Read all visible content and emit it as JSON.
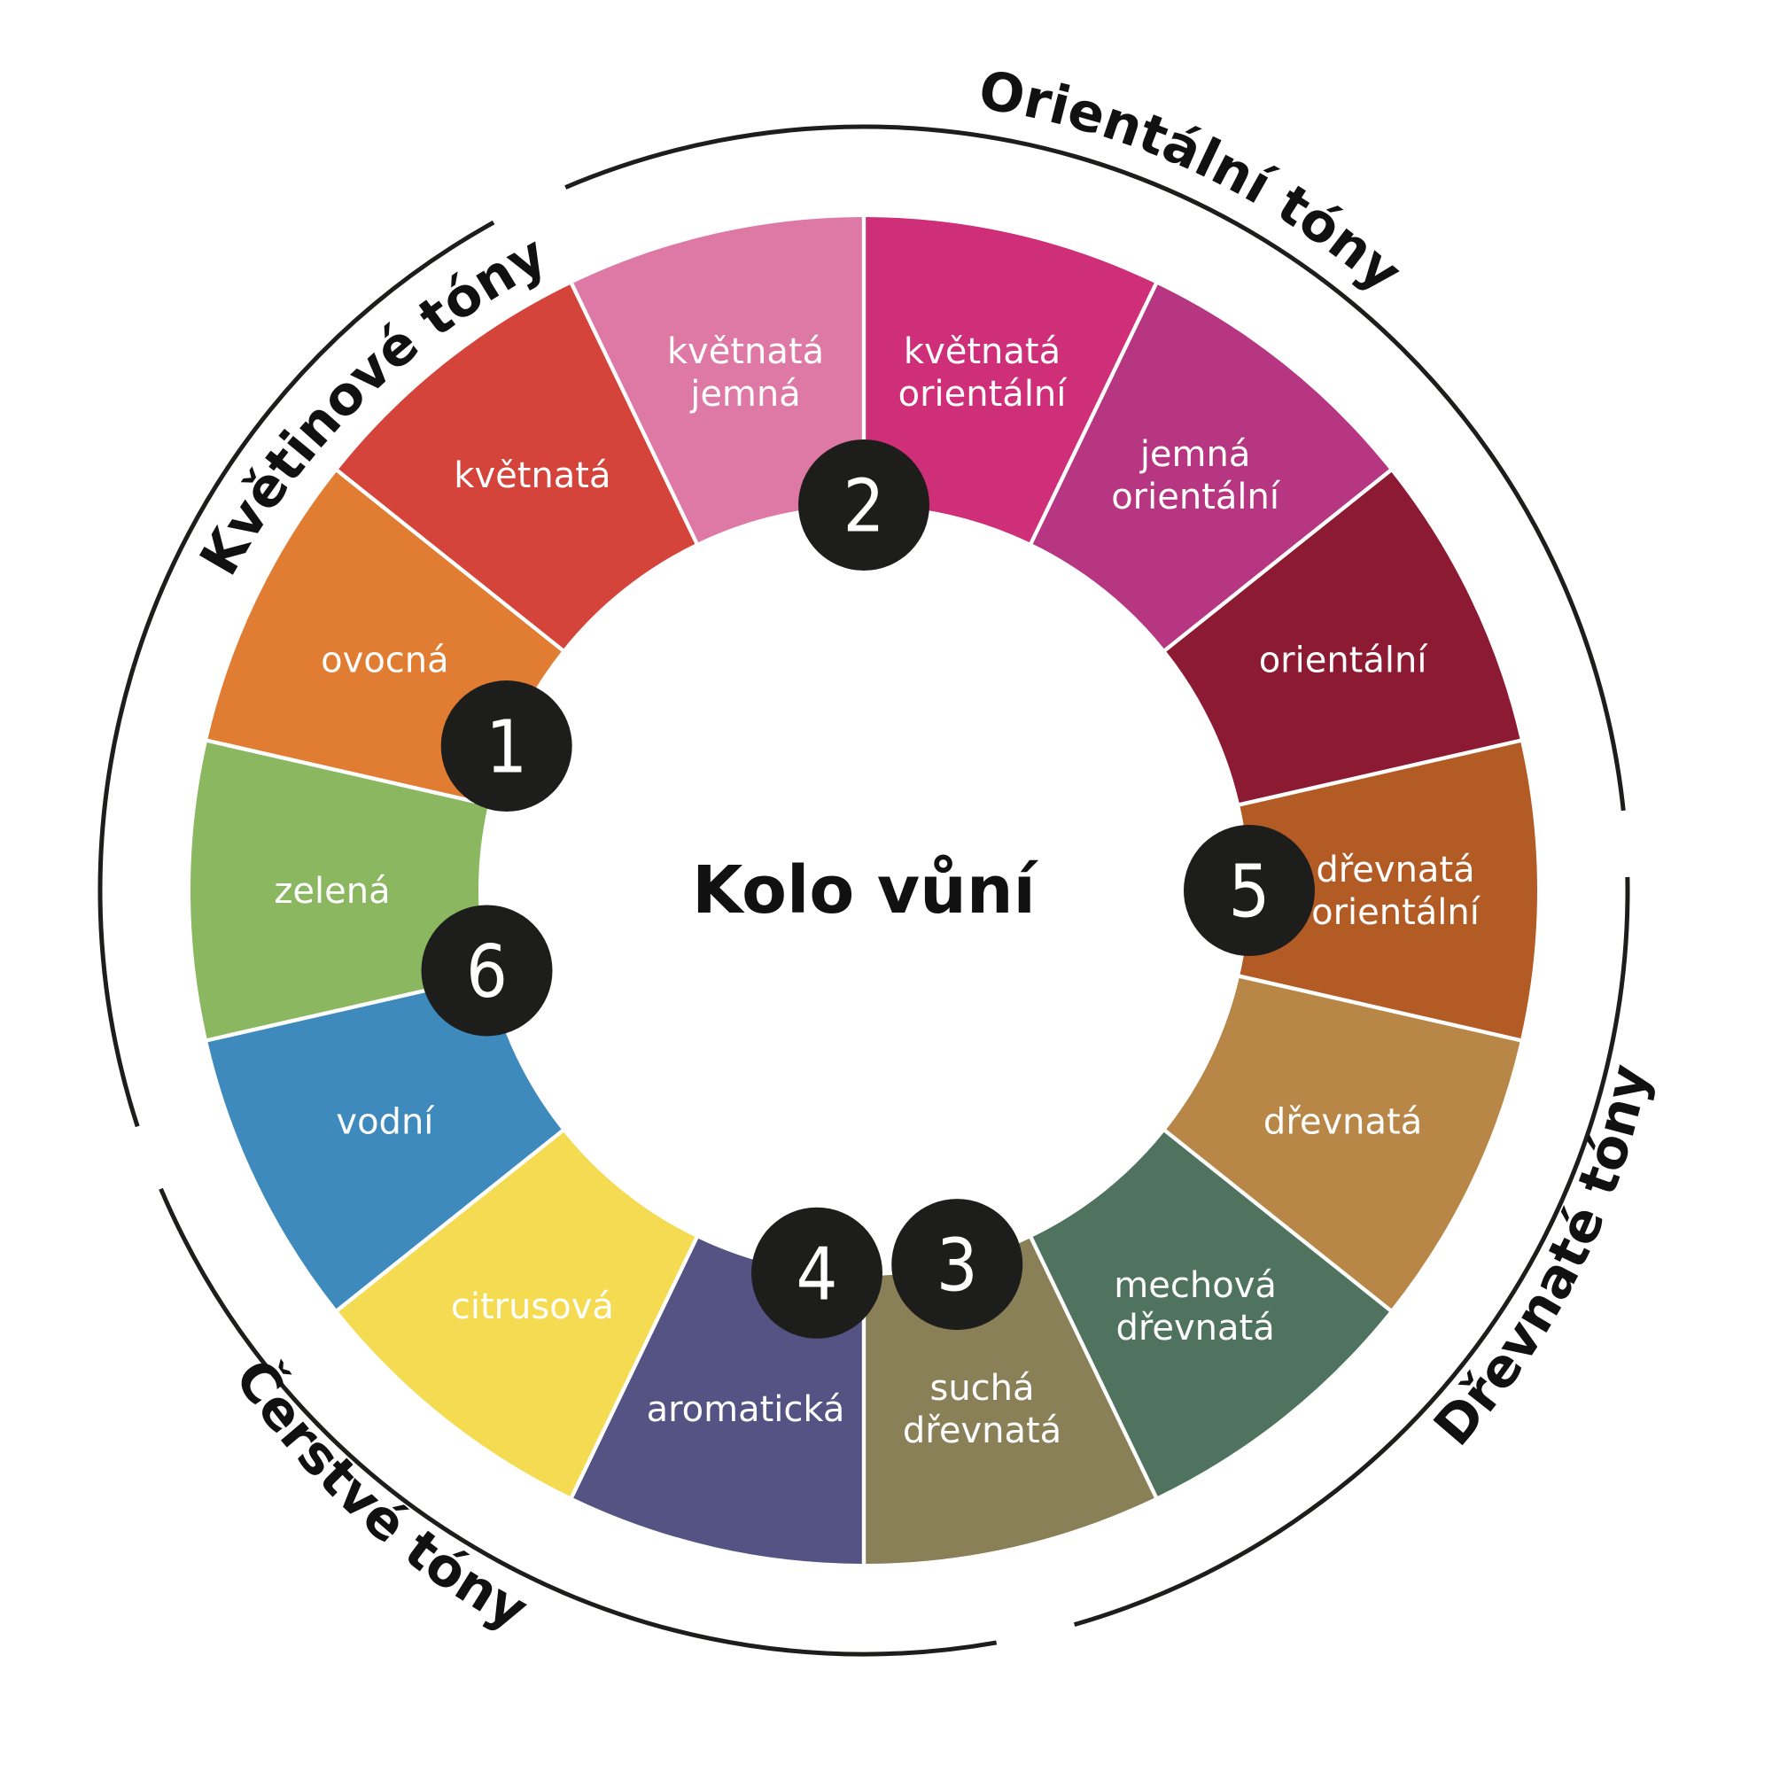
{
  "title": "Kolo vůní",
  "groups": [
    {
      "label": "Květinové tóny"
    },
    {
      "label": "Orientální tóny"
    },
    {
      "label": "Dřevnaté tóny"
    },
    {
      "label": "Čerstvé tóny"
    }
  ],
  "segments": [
    {
      "lines": [
        "květnatá",
        "orientální"
      ],
      "color": "#CF2E78"
    },
    {
      "lines": [
        "jemná",
        "orientální"
      ],
      "color": "#B63682"
    },
    {
      "lines": [
        "orientální"
      ],
      "color": "#8C1A32"
    },
    {
      "lines": [
        "dřevnatá",
        "orientální"
      ],
      "color": "#B35B25"
    },
    {
      "lines": [
        "dřevnatá"
      ],
      "color": "#B88748"
    },
    {
      "lines": [
        "mechová",
        "dřevnatá"
      ],
      "color": "#4F735E"
    },
    {
      "lines": [
        "suchá",
        "dřevnatá"
      ],
      "color": "#8A8058"
    },
    {
      "lines": [
        "aromatická"
      ],
      "color": "#545384"
    },
    {
      "lines": [
        "citrusová"
      ],
      "color": "#F4DB51"
    },
    {
      "lines": [
        "vodní"
      ],
      "color": "#3E8ABD"
    },
    {
      "lines": [
        "zelená"
      ],
      "color": "#8BB760"
    },
    {
      "lines": [
        "ovocná"
      ],
      "color": "#E07D32"
    },
    {
      "lines": [
        "květnatá"
      ],
      "color": "#D4443A"
    },
    {
      "lines": [
        "květnatá",
        "jemná"
      ],
      "color": "#DE78A4"
    }
  ],
  "badges": [
    "1",
    "2",
    "3",
    "4",
    "5",
    "6"
  ],
  "colors": {
    "badge": "#1D1D1B",
    "ring": "#1D1D1B",
    "text_dark": "#111111",
    "text_light": "#FFFFFF"
  }
}
